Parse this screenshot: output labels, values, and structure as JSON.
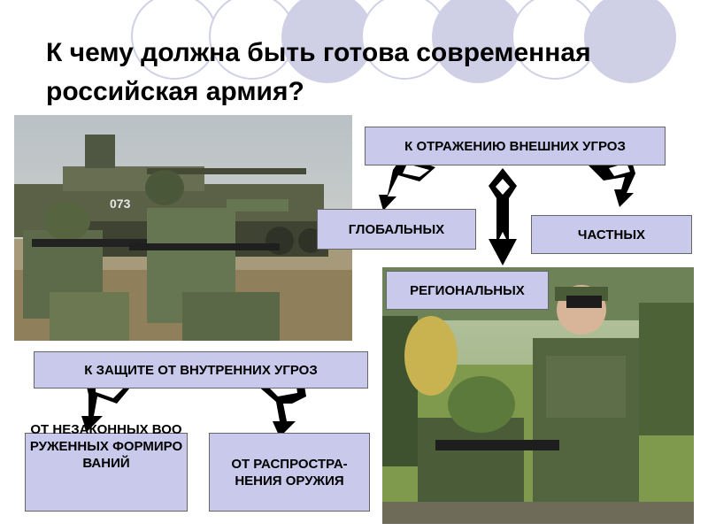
{
  "slide": {
    "title": "К чему должна быть готова современная российская армия?",
    "external_threats": "К ОТРАЖЕНИЮ ВНЕШНИХ УГРОЗ",
    "global": "ГЛОБАЛЬНЫХ",
    "private": "ЧАСТНЫХ",
    "regional": "РЕГИОНАЛЬНЫХ",
    "internal_threats": "К  ЗАЩИТЕ ОТ ВНУТРЕННИХ УГРОЗ",
    "illegal_groups": "ОТ НЕЗАКОННЫХ ВООРУЖЕННЫХ ФОРМИРОВАНИЙ",
    "weapons_spread": "ОТ РАСПРОСТРА-НЕНИЯ ОРУЖИЯ"
  },
  "colors": {
    "box_fill": "#c8c9eb",
    "circle": "#cfd0e6",
    "arrow": "#000000"
  }
}
